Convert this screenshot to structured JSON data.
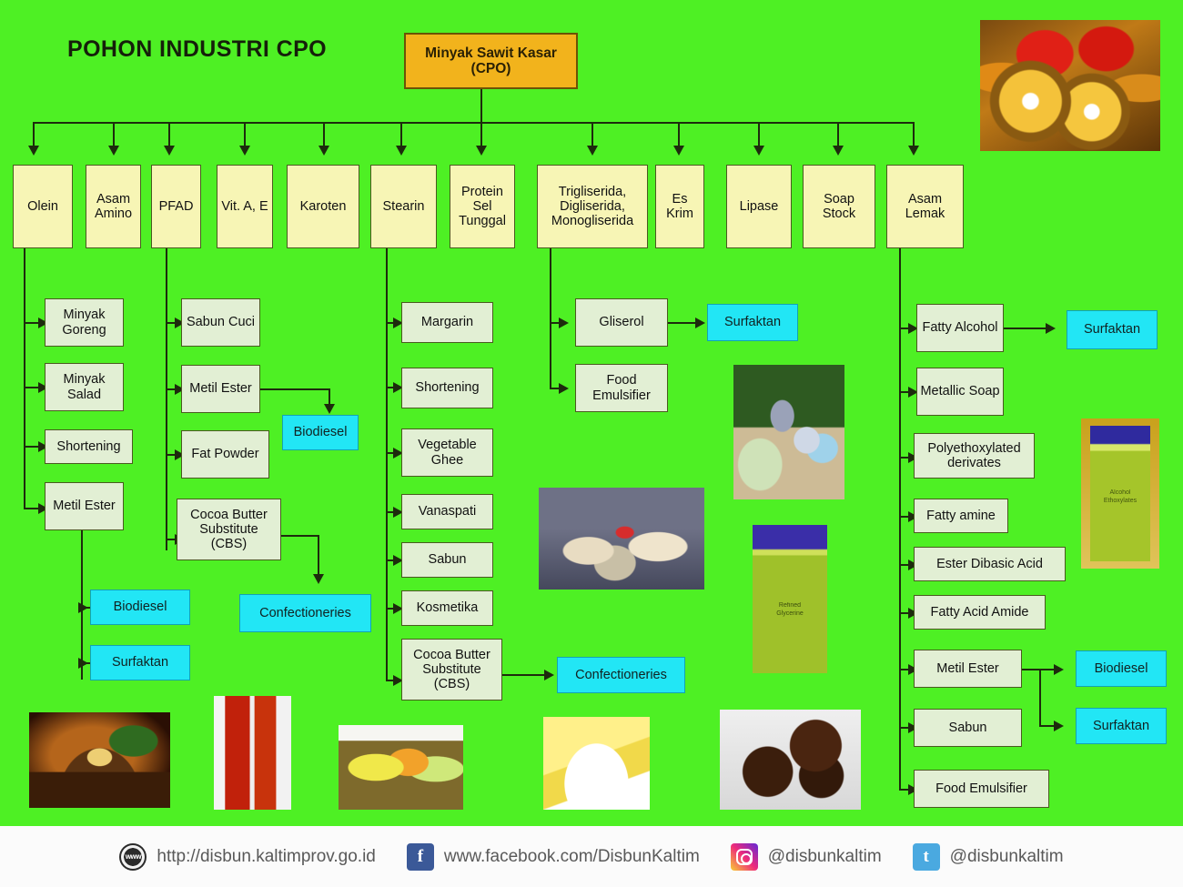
{
  "meta": {
    "title": "POHON INDUSTRI CPO",
    "colors": {
      "background": "#4EF024",
      "root_box": "#F2B31C",
      "level1_box": "#F7F5B5",
      "level2_box": "#E2EFD4",
      "end_product_box": "#22E6F5",
      "line": "#1d2b0d"
    }
  },
  "root": {
    "label": "Minyak Sawit Kasar\n(CPO)",
    "line1": "Minyak Sawit Kasar",
    "line2": "(CPO)"
  },
  "level1": [
    {
      "label": "Olein"
    },
    {
      "label": "Asam Amino"
    },
    {
      "label": "PFAD"
    },
    {
      "label": "Vit. A, E"
    },
    {
      "label": "Karoten"
    },
    {
      "label": "Stearin"
    },
    {
      "label": "Protein Sel Tunggal"
    },
    {
      "label": "Trigliserida, Digliserida, Monogliserida"
    },
    {
      "label": "Es Krim"
    },
    {
      "label": "Lipase"
    },
    {
      "label": "Soap Stock"
    },
    {
      "label": "Asam Lemak"
    }
  ],
  "olein_branch": [
    {
      "label": "Minyak Goreng"
    },
    {
      "label": "Minyak Salad"
    },
    {
      "label": "Shortening"
    },
    {
      "label": "Metil Ester"
    }
  ],
  "olein_metil_ester_products": [
    {
      "label": "Biodiesel"
    },
    {
      "label": "Surfaktan"
    }
  ],
  "pfad_branch": [
    {
      "label": "Sabun Cuci"
    },
    {
      "label": "Metil Ester"
    },
    {
      "label": "Fat Powder"
    },
    {
      "label": "Cocoa Butter Substitute (CBS)"
    }
  ],
  "pfad_metil_ester_product": {
    "label": "Biodiesel"
  },
  "pfad_cbs_product": {
    "label": "Confectioneries"
  },
  "stearin_branch": [
    {
      "label": "Margarin"
    },
    {
      "label": "Shortening"
    },
    {
      "label": "Vegetable Ghee"
    },
    {
      "label": "Vanaspati"
    },
    {
      "label": "Sabun"
    },
    {
      "label": "Kosmetika"
    },
    {
      "label": "Cocoa Butter Substitute (CBS)"
    }
  ],
  "stearin_cbs_product": {
    "label": "Confectioneries"
  },
  "gliserida_branch": [
    {
      "label": "Gliserol"
    },
    {
      "label": "Food Emulsifier"
    }
  ],
  "gliserol_product": {
    "label": "Surfaktan"
  },
  "asam_lemak_branch": [
    {
      "label": "Fatty Alcohol"
    },
    {
      "label": "Metallic Soap"
    },
    {
      "label": "Polyethoxylated derivates"
    },
    {
      "label": "Fatty amine"
    },
    {
      "label": "Ester Dibasic Acid"
    },
    {
      "label": "Fatty Acid Amide"
    },
    {
      "label": "Metil Ester"
    },
    {
      "label": "Sabun"
    },
    {
      "label": "Food Emulsifier"
    }
  ],
  "fatty_alcohol_product": {
    "label": "Surfaktan"
  },
  "al_metil_ester_products": [
    {
      "label": "Biodiesel"
    },
    {
      "label": "Surfaktan"
    }
  ],
  "photos": [
    {
      "name": "palm-fruit-photo",
      "alt": "oil palm fruits cut open"
    },
    {
      "name": "cooking-oil-photo",
      "alt": "bottle of cooking oil with palm kernels"
    },
    {
      "name": "red-palm-oil-photo",
      "alt": "bottles of red palm oil"
    },
    {
      "name": "soap-basket-photo",
      "alt": "basket of soap bars"
    },
    {
      "name": "margarine-photo",
      "alt": "block of margarine on a plate"
    },
    {
      "name": "chocolate-photo",
      "alt": "chocolate truffles"
    },
    {
      "name": "cosmetics-photo",
      "alt": "cosmetics lipstick and powder compacts"
    },
    {
      "name": "toiletries-photo",
      "alt": "toiletry bottles and soaps"
    },
    {
      "name": "refined-glycerine-photo",
      "alt": "bottle of refined glycerine",
      "label": "Refined\nGlycerine",
      "l1": "Refined",
      "l2": "Glycerine"
    },
    {
      "name": "alcohol-ethoxylates-photo",
      "alt": "bottle of alcohol ethoxylates",
      "label": "Alcohol\nEthoxylates",
      "l1": "Alcohol",
      "l2": "Ethoxylates"
    }
  ],
  "footer": [
    {
      "icon": "www-icon",
      "text": "http://disbun.kaltimprov.go.id"
    },
    {
      "icon": "facebook-icon",
      "glyph": "f",
      "text": "www.facebook.com/DisbunKaltim"
    },
    {
      "icon": "instagram-icon",
      "glyph": "",
      "text": "@disbunkaltim"
    },
    {
      "icon": "twitter-icon",
      "glyph": "t",
      "text": "@disbunkaltim"
    }
  ]
}
